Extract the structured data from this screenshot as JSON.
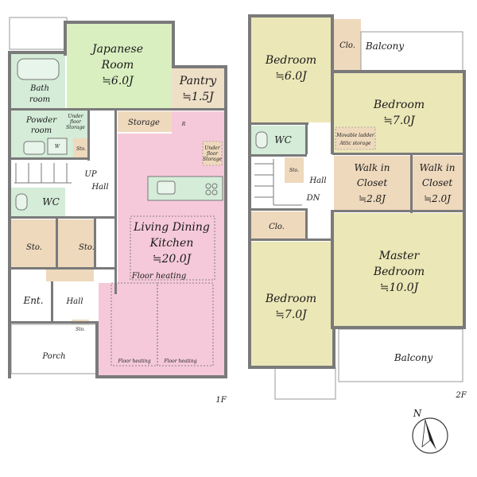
{
  "floor1": {
    "label": "1F",
    "rooms": {
      "japanese_room": {
        "name_line1": "Japanese",
        "name_line2": "Room",
        "size": "≒6.0J"
      },
      "pantry": {
        "name": "Pantry",
        "size": "≒1.5J"
      },
      "bathroom": {
        "name_line1": "Bath",
        "name_line2": "room"
      },
      "powder_room": {
        "name_line1": "Powder",
        "name_line2": "room"
      },
      "under_floor_storage_a": {
        "line1": "Under",
        "line2": "floor",
        "line3": "Storage"
      },
      "under_floor_storage_b": {
        "line1": "Under",
        "line2": "floor",
        "line3": "Storage"
      },
      "storage": {
        "name": "Storage"
      },
      "wc": {
        "name": "WC"
      },
      "sto_small": {
        "name": "Sto."
      },
      "sto_left": {
        "name": "Sto."
      },
      "sto_right": {
        "name": "Sto."
      },
      "sto_entry": {
        "name": "Sto."
      },
      "hall_up": {
        "name": "Hall",
        "up": "UP"
      },
      "hall_entry": {
        "name": "Hall"
      },
      "entrance": {
        "name": "Ent."
      },
      "porch": {
        "name": "Porch"
      },
      "ldk": {
        "name_line1": "Living Dining",
        "name_line2": "Kitchen",
        "size": "≒20.0J"
      },
      "floor_heating_labels": [
        "Floor heating",
        "Floor heating",
        "Floor heating"
      ],
      "fridge": "R",
      "washer": "W"
    }
  },
  "floor2": {
    "label": "2F",
    "rooms": {
      "bedroom_nw": {
        "name": "Bedroom",
        "size": "≒6.0J"
      },
      "bedroom_ne": {
        "name": "Bedroom",
        "size": "≒7.0J"
      },
      "bedroom_sw": {
        "name": "Bedroom",
        "size": "≒7.0J"
      },
      "master": {
        "name_line1": "Master",
        "name_line2": "Bedroom",
        "size": "≒10.0J"
      },
      "wic_a": {
        "line1": "Walk in",
        "line2": "Closet",
        "size": "≒2.8J"
      },
      "wic_b": {
        "line1": "Walk in",
        "line2": "Closet",
        "size": "≒2.0J"
      },
      "balcony_top": {
        "name": "Balcony"
      },
      "balcony_bottom": {
        "name": "Balcony"
      },
      "clo_top": {
        "name": "Clo."
      },
      "clo_mid": {
        "name": "Clo."
      },
      "wc2": {
        "name": "WC"
      },
      "sto2": {
        "name": "Sto."
      },
      "hall2": {
        "name": "Hall",
        "dn": "DN"
      },
      "attic": {
        "line1": "Movable ladder",
        "line2": "Attic storage"
      }
    }
  },
  "compass": {
    "label": "N"
  },
  "colors": {
    "japanese": "#d9efc0",
    "pantry": "#eedfc7",
    "wet": "#d4ecd8",
    "ldk": "#f5c9d9",
    "storage": "#eed9bd",
    "bedroom": "#ece7b7",
    "hall": "#ffffff",
    "wall": "#7a7a7a"
  }
}
